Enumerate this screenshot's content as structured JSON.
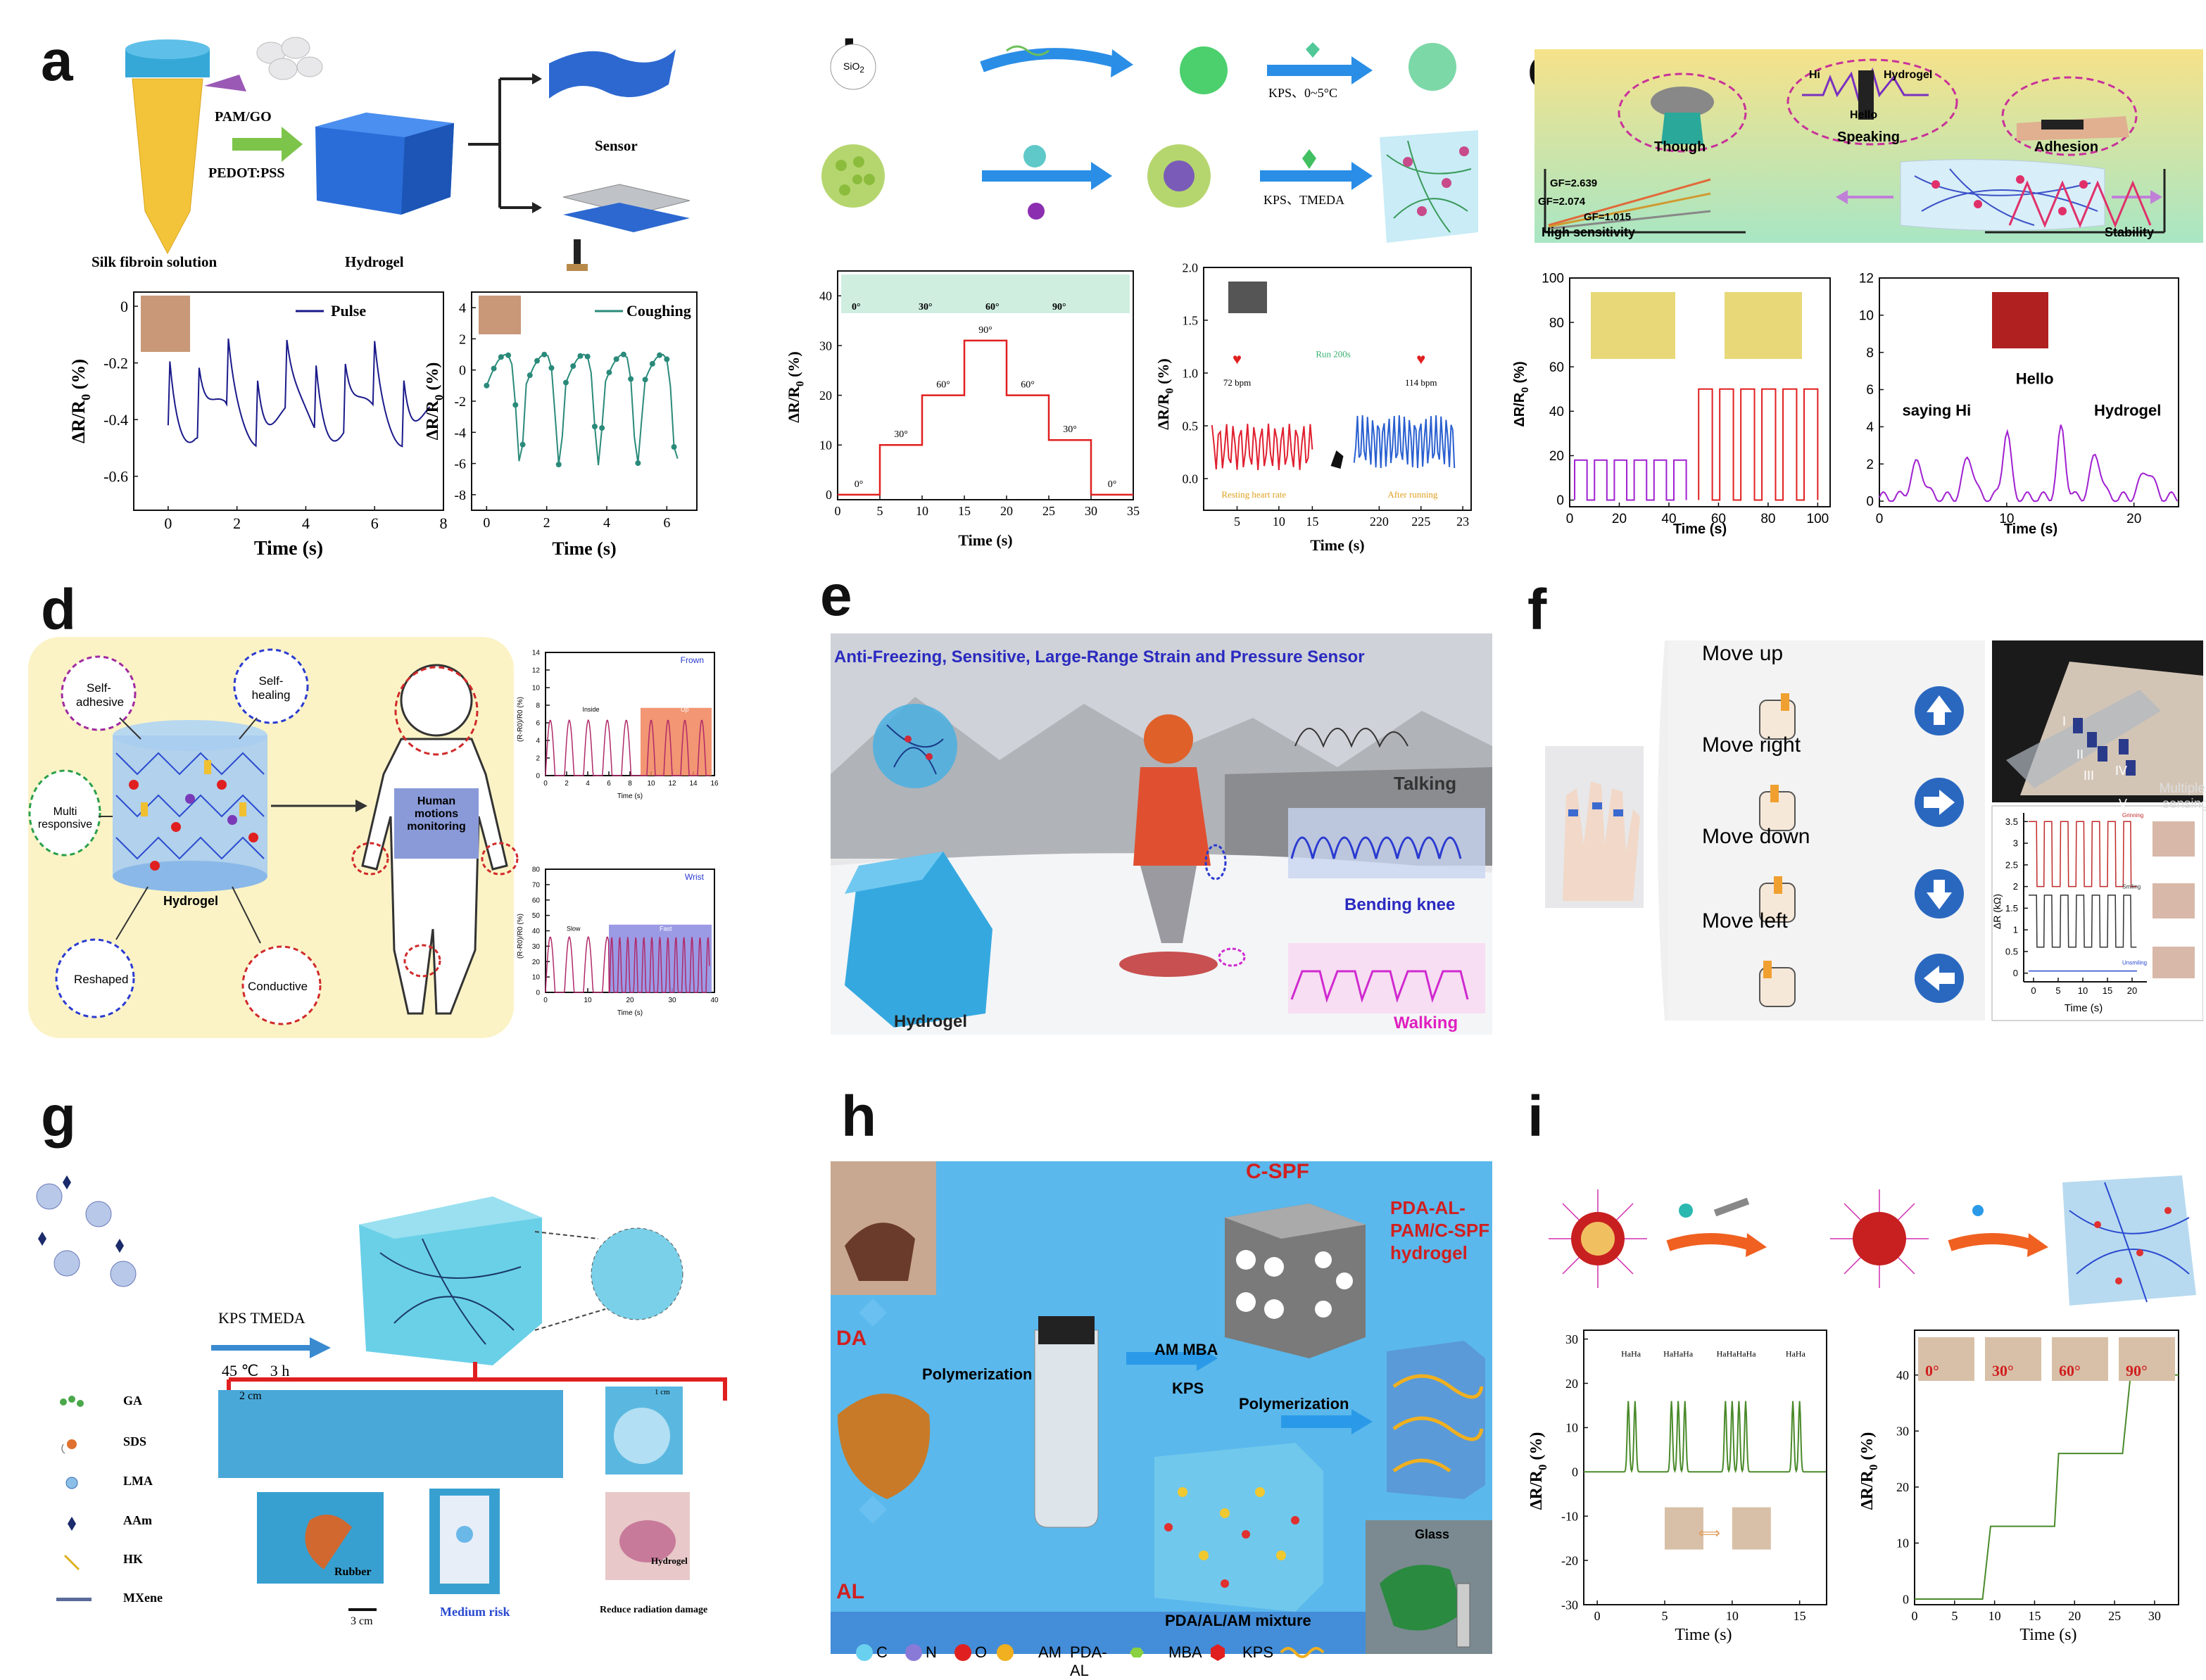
{
  "labels": {
    "a": "a",
    "b": "b",
    "c": "c",
    "d": "d",
    "e": "e",
    "f": "f",
    "g": "g",
    "h": "h",
    "i": "i"
  },
  "a": {
    "steps": {
      "pam_go": "PAM/GO",
      "pedot": "PEDOT:PSS",
      "silk": "Silk fibroin solution",
      "hydrogel": "Hydrogel",
      "sensor": "Sensor"
    },
    "chart1": {
      "legend": "Pulse",
      "ylabel": "ΔR/R",
      "ylabel_sub": "0",
      "ylabel_unit": "(%)",
      "xlabel": "Time (s)",
      "yticks": [
        "0",
        "-0.2",
        "-0.4",
        "-0.6"
      ],
      "xticks": [
        "0",
        "2",
        "4",
        "6",
        "8"
      ]
    },
    "chart2": {
      "legend": "Coughing",
      "ylabel": "ΔR/R",
      "ylabel_sub": "0",
      "ylabel_unit": "(%)",
      "xlabel": "Time (s)",
      "yticks": [
        "4",
        "2",
        "0",
        "-2",
        "-4",
        "-6",
        "-8"
      ],
      "xticks": [
        "0",
        "2",
        "4",
        "6"
      ]
    }
  },
  "b": {
    "scheme": {
      "sio2": "SiO",
      "sio2_sub": "2",
      "kps1": "KPS、0~5°C",
      "kps2": "KPS、TMEDA"
    },
    "chart1": {
      "ylabel": "ΔR/R",
      "ylabel_sub": "0",
      "ylabel_unit": "(%)",
      "xlabel": "Time (s)",
      "yticks": [
        "0",
        "10",
        "20",
        "30",
        "40"
      ],
      "xticks": [
        "0",
        "5",
        "10",
        "15",
        "20",
        "25",
        "30",
        "35"
      ],
      "step_labels": [
        "0°",
        "30°",
        "60°",
        "90°",
        "60°",
        "30°",
        "0°"
      ],
      "photo_labels": [
        "0°",
        "30°",
        "60°",
        "90°"
      ]
    },
    "chart2": {
      "ylabel": "ΔR/R",
      "ylabel_sub": "0",
      "ylabel_unit": "(%)",
      "xlabel": "Time (s)",
      "yticks": [
        "0.0",
        "0.5",
        "1.0",
        "1.5",
        "2.0"
      ],
      "xticks": [
        "5",
        "10",
        "15",
        "220",
        "225",
        "23"
      ],
      "bpm1": "72 bpm",
      "bpm2": "114 bpm",
      "run": "Run 200s",
      "before": "Resting heart rate",
      "after": "After running"
    }
  },
  "c": {
    "scheme": {
      "though": "Though",
      "speaking": "Speaking",
      "hi": "Hi",
      "hello": "Hello",
      "hydrogel": "Hydrogel",
      "adhesion": "Adhesion",
      "gf1": "GF=2.639",
      "gf2": "GF=2.074",
      "gf3": "GF=1.015",
      "sens": "High sensitivity",
      "stab": "Stability"
    },
    "chart1": {
      "ylabel": "ΔR/R",
      "ylabel_sub": "0",
      "ylabel_unit": "(%)",
      "xlabel": "Time (s)",
      "yticks": [
        "0",
        "20",
        "40",
        "60",
        "80",
        "100"
      ],
      "xticks": [
        "0",
        "20",
        "40",
        "60",
        "80",
        "100"
      ]
    },
    "chart2": {
      "xlabel": "Time (s)",
      "yticks": [
        "0",
        "2",
        "4",
        "6",
        "8",
        "10",
        "12"
      ],
      "xticks": [
        "0",
        "10",
        "20"
      ],
      "hello": "Hello",
      "saying": "saying Hi",
      "hydrogel": "Hydrogel"
    }
  },
  "d": {
    "bubbles": {
      "adhesive": "Self-adhesive",
      "healing": "Self-healing",
      "multi": "Multi responsive",
      "reshaped": "Reshaped",
      "conductive": "Conductive",
      "hydrogel": "Hydrogel"
    },
    "human": "Human motions monitoring",
    "chart1": {
      "tag": "Frown",
      "inside": "Inside",
      "up": "Up",
      "ylabel": "(R-R0)/R0 (%)",
      "xlabel": "Time (s)",
      "yticks": [
        "0",
        "2",
        "4",
        "6",
        "8",
        "10",
        "12",
        "14"
      ],
      "xticks": [
        "0",
        "2",
        "4",
        "6",
        "8",
        "10",
        "12",
        "14",
        "16"
      ]
    },
    "chart2": {
      "tag": "Wrist",
      "slow": "Slow",
      "fast": "Fast",
      "ylabel": "(R-R0)/R0 (%)",
      "xlabel": "Time (s)",
      "yticks": [
        "0",
        "10",
        "20",
        "30",
        "40",
        "50",
        "60",
        "70",
        "80"
      ],
      "xticks": [
        "0",
        "10",
        "20",
        "30",
        "40"
      ]
    }
  },
  "e": {
    "title": "Anti-Freezing, Sensitive, Large-Range Strain and Pressure Sensor",
    "talking": "Talking",
    "knee": "Bending knee",
    "walking": "Walking",
    "hydrogel": "Hydrogel"
  },
  "f": {
    "moves": [
      "Move up",
      "Move right",
      "Move down",
      "Move left"
    ],
    "multiplex": "Multiplex sensing",
    "roman": [
      "I",
      "II",
      "III",
      "IV",
      "V"
    ],
    "chart": {
      "ylabel": "ΔR (kΩ)",
      "xlabel": "Time (s)",
      "yticks": [
        "0",
        "0.5",
        "1",
        "1.5",
        "2",
        "2.5",
        "3",
        "3.5"
      ],
      "xticks": [
        "0",
        "5",
        "10",
        "15",
        "20"
      ],
      "s1": "Grinning",
      "s2": "Smiling",
      "s3": "Unsmiling"
    }
  },
  "g": {
    "kps": "KPS TMEDA",
    "temp": "45 ℃   3 h",
    "scale1": "2 cm",
    "scale2": "1 cm",
    "scale3": "3 cm",
    "legend": [
      "GA",
      "SDS",
      "LMA",
      "AAm",
      "HK",
      "MXene"
    ],
    "rubber": "Rubber",
    "risk": "Medium risk",
    "radiation": "Reduce radiation damage",
    "hydrogel": "Hydrogel"
  },
  "h": {
    "cspf": "C-SPF",
    "title": "PDA-AL-PAM/C-SPF hydrogel",
    "da": "DA",
    "al": "AL",
    "poly1": "Polymerization",
    "ammba": "AM MBA",
    "kps": "KPS",
    "poly2": "Polymerization",
    "mixture": "PDA/AL/AM mixture",
    "glass": "Glass",
    "legend": {
      "c": "C",
      "n": "N",
      "o": "O",
      "am": "AM",
      "pdaal": "PDA-AL",
      "mba": "MBA",
      "kps": "KPS"
    }
  },
  "i": {
    "chart1": {
      "ylabel": "ΔR/R",
      "ylabel_sub": "0",
      "ylabel_unit": "(%)",
      "xlabel": "Time (s)",
      "yticks": [
        "30",
        "20",
        "10",
        "0",
        "-10",
        "-20",
        "-30"
      ],
      "xticks": [
        "0",
        "5",
        "10",
        "15"
      ],
      "ha": [
        "HaHa",
        "HaHaHa",
        "HaHaHaHa",
        "HaHa"
      ]
    },
    "chart2": {
      "ylabel": "ΔR/R",
      "ylabel_sub": "0",
      "ylabel_unit": "(%)",
      "xlabel": "Time (s)",
      "yticks": [
        "0",
        "10",
        "20",
        "30",
        "40"
      ],
      "xticks": [
        "0",
        "5",
        "10",
        "15",
        "20",
        "25",
        "30"
      ],
      "angles": [
        "0°",
        "30°",
        "60°",
        "90°"
      ]
    }
  }
}
